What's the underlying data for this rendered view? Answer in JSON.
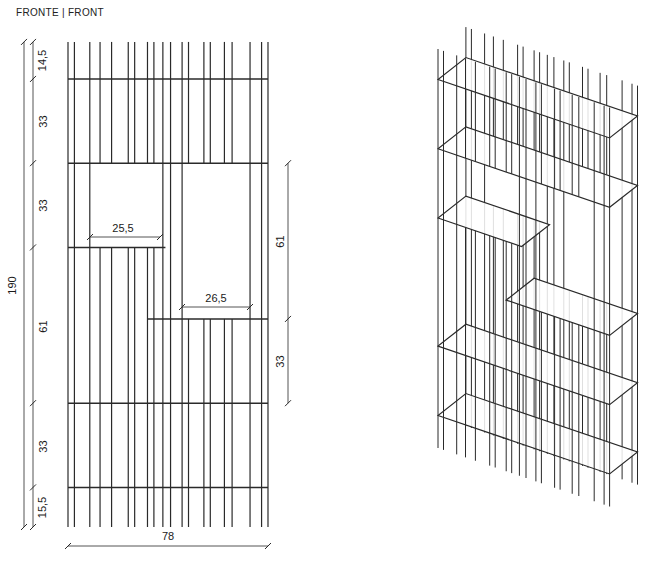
{
  "diagram": {
    "title": "FRONTE | FRONT",
    "labels": [
      "14,5",
      "33",
      "33",
      "61",
      "33",
      "15,5",
      "190",
      "25,5",
      "26,5",
      "61",
      "33",
      "78"
    ]
  }
}
